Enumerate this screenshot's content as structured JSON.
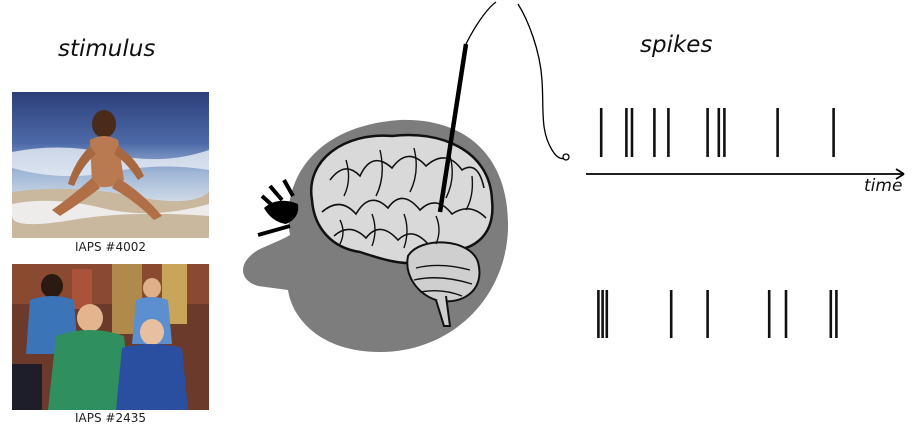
{
  "labels": {
    "stimulus": "stimulus",
    "spikes": "spikes",
    "time": "time"
  },
  "images": [
    {
      "caption": "IAPS #4002"
    },
    {
      "caption": "IAPS #2435"
    }
  ],
  "spike_trains": [
    {
      "spike_times": [
        0.04,
        0.13,
        0.15,
        0.23,
        0.28,
        0.42,
        0.46,
        0.48,
        0.67,
        0.87
      ]
    },
    {
      "spike_times": [
        0.03,
        0.045,
        0.06,
        0.29,
        0.42,
        0.64,
        0.7,
        0.86,
        0.88
      ]
    }
  ],
  "colors": {
    "head": "#7d7d7d",
    "brain": "#d9d9d9",
    "ink": "#111111"
  }
}
